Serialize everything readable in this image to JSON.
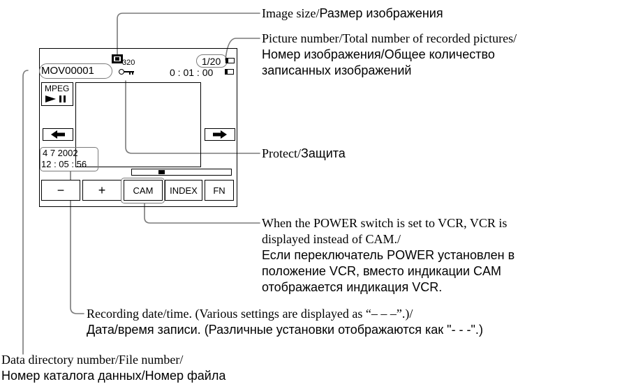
{
  "lcd": {
    "image_size": "320",
    "picture_number": "1/20",
    "file_name": "MOV00001",
    "time_code": "0 : 01 : 00",
    "mode_label": "MPEG",
    "date": "4 7 2002",
    "time": "12 : 05 : 56",
    "buttons": {
      "minus": "−",
      "plus": "+",
      "cam": "CAM",
      "index": "INDEX",
      "fn": "FN"
    }
  },
  "callouts": {
    "image_size_en": "Image size/",
    "image_size_ru": "Размер изображения",
    "picture_number_en": "Picture number/Total number of recorded pictures/",
    "picture_number_ru1": "Номер изображения/Общее количество",
    "picture_number_ru2": "записанных изображений",
    "protect_en": "Protect/",
    "protect_ru": "Защита",
    "power_en1": "When the POWER switch is set to VCR, VCR is",
    "power_en2": "displayed instead of CAM./",
    "power_ru1": "Если переключатель POWER установлен в",
    "power_ru2": "положение VCR, вместо индикации CAM",
    "power_ru3": "отображается индикация VCR.",
    "date_en": "Recording date/time. (Various settings are displayed as “– – –”.)/",
    "date_ru": "Дата/время записи. (Различные установки отображаются как \"- - -\".)",
    "dir_en": "Data directory number/File number/",
    "dir_ru": "Номер каталога данных/Номер файла"
  }
}
